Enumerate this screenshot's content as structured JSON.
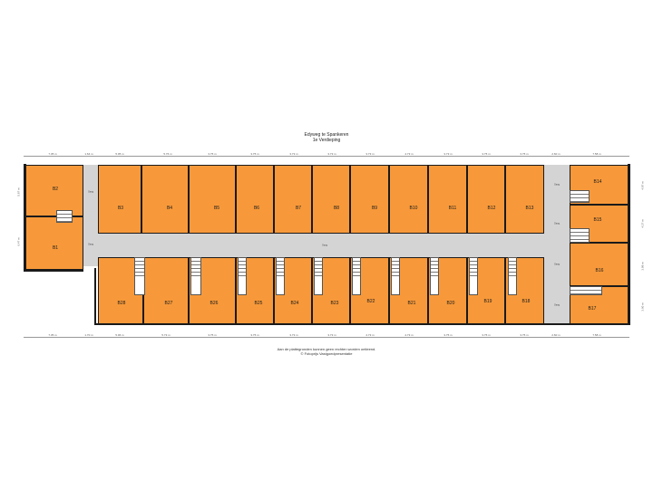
{
  "title": {
    "line1": "Edyweg te Spankeren",
    "line2": "1e Verdieping"
  },
  "footer": {
    "line1": "Aan de plattegronden kunnen geen rechten worden ontleend.",
    "line2": "© Fotoprijs Vastgoedpresentatie"
  },
  "top_dimensions": [
    "7.35 m",
    "1.64 m",
    "5.05 m",
    "5.76 m",
    "3.75 m",
    "3.75 m",
    "3.73 m",
    "3.73 m",
    "3.73 m",
    "4.73 m",
    "3.73 m",
    "3.75 m",
    "3.75 m",
    "2.60 m",
    "7.58 m"
  ],
  "bottom_dimensions": [
    "7.35 m",
    "1.70 m",
    "5.06 m",
    "5.73 m",
    "3.75 m",
    "3.75 m",
    "3.73 m",
    "3.73 m",
    "4.73 m",
    "4.73 m",
    "3.75 m",
    "3.75 m",
    "3.75 m",
    "2.60 m",
    "7.58 m"
  ],
  "left_dimensions": [
    "5.87 m",
    "6.47 m"
  ],
  "right_dimensions": [
    "4.87 m",
    "4.27 m",
    "3.98 m",
    "3.60 m"
  ],
  "rooms": {
    "B1": "B1",
    "B2": "B2",
    "B3": "B3",
    "B4": "B4",
    "B5": "B5",
    "B6": "B6",
    "B7": "B7",
    "B8": "B8",
    "B9": "B9",
    "B10": "B10",
    "B11": "B11",
    "B12": "B12",
    "B13": "B13",
    "B14": "B14",
    "B15": "B15",
    "B16": "B16",
    "B17": "B17",
    "B18": "B18",
    "B19": "B19",
    "B20": "B20",
    "B21": "B21",
    "B22": "B22",
    "B23": "B23",
    "B24": "B24",
    "B25": "B25",
    "B26": "B26",
    "B27": "B27",
    "B28": "B28"
  },
  "corridor_labels": {
    "left_stair": "Gang",
    "left_hall": "Gang",
    "main": "Gang",
    "right_upper": "Gang",
    "right_mid": "Gang",
    "right_lower": "Gang",
    "right_bottom": "Gang"
  },
  "colors": {
    "room": "#f7993a",
    "corridor": "#d4d4d4",
    "wall": "#1a1a1a"
  }
}
